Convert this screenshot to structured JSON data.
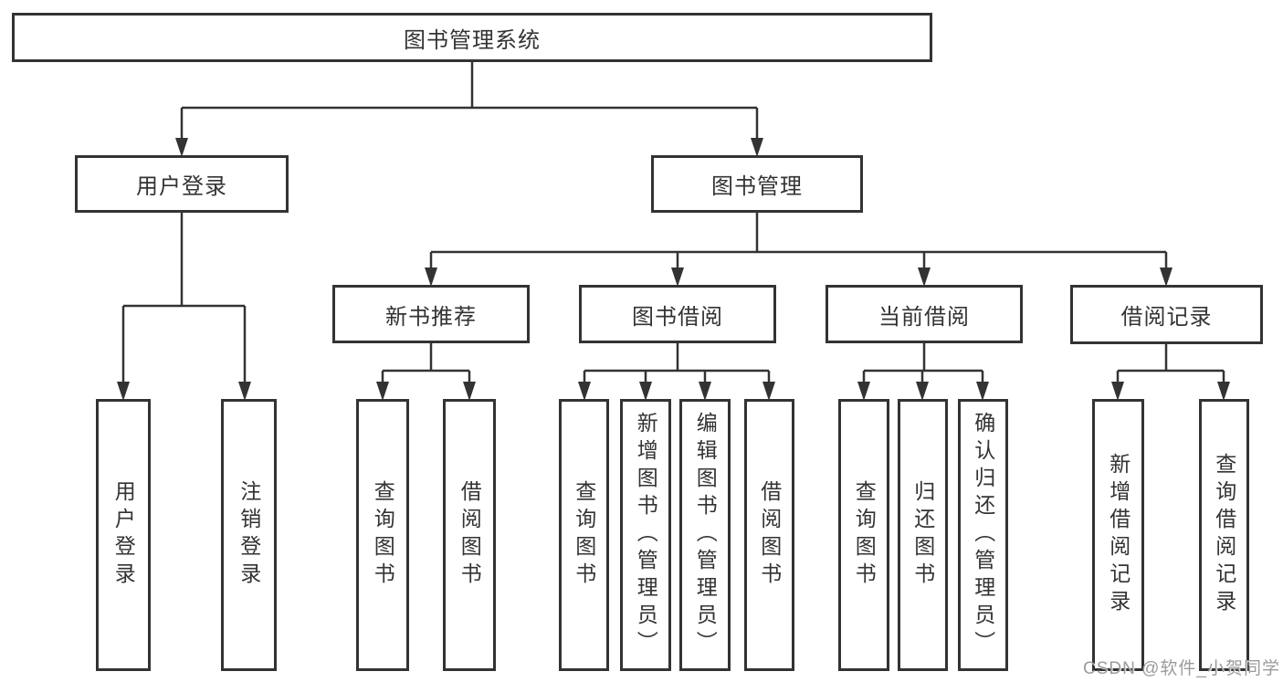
{
  "tree": {
    "root": {
      "label": "图书管理系统",
      "children": [
        {
          "label": "用户登录",
          "children": [
            {
              "label": "用户登录"
            },
            {
              "label": "注销登录"
            }
          ]
        },
        {
          "label": "图书管理",
          "children": [
            {
              "label": "新书推荐",
              "children": [
                {
                  "label": "查询图书"
                },
                {
                  "label": "借阅图书"
                }
              ]
            },
            {
              "label": "图书借阅",
              "children": [
                {
                  "label": "查询图书"
                },
                {
                  "label": "新增图书（管理员）"
                },
                {
                  "label": "编辑图书（管理员）"
                },
                {
                  "label": "借阅图书"
                }
              ]
            },
            {
              "label": "当前借阅",
              "children": [
                {
                  "label": "查询图书"
                },
                {
                  "label": "归还图书"
                },
                {
                  "label": "确认归还（管理员）"
                }
              ]
            },
            {
              "label": "借阅记录",
              "children": [
                {
                  "label": "新增借阅记录"
                },
                {
                  "label": "查询借阅记录"
                }
              ]
            }
          ]
        }
      ]
    }
  },
  "watermark": {
    "text": "CSDN @软件_小贺同学"
  },
  "colors": {
    "line": "#333333",
    "box_border": "#333333",
    "text": "#333333",
    "background": "#ffffff",
    "watermark": "#9b9b9b"
  }
}
